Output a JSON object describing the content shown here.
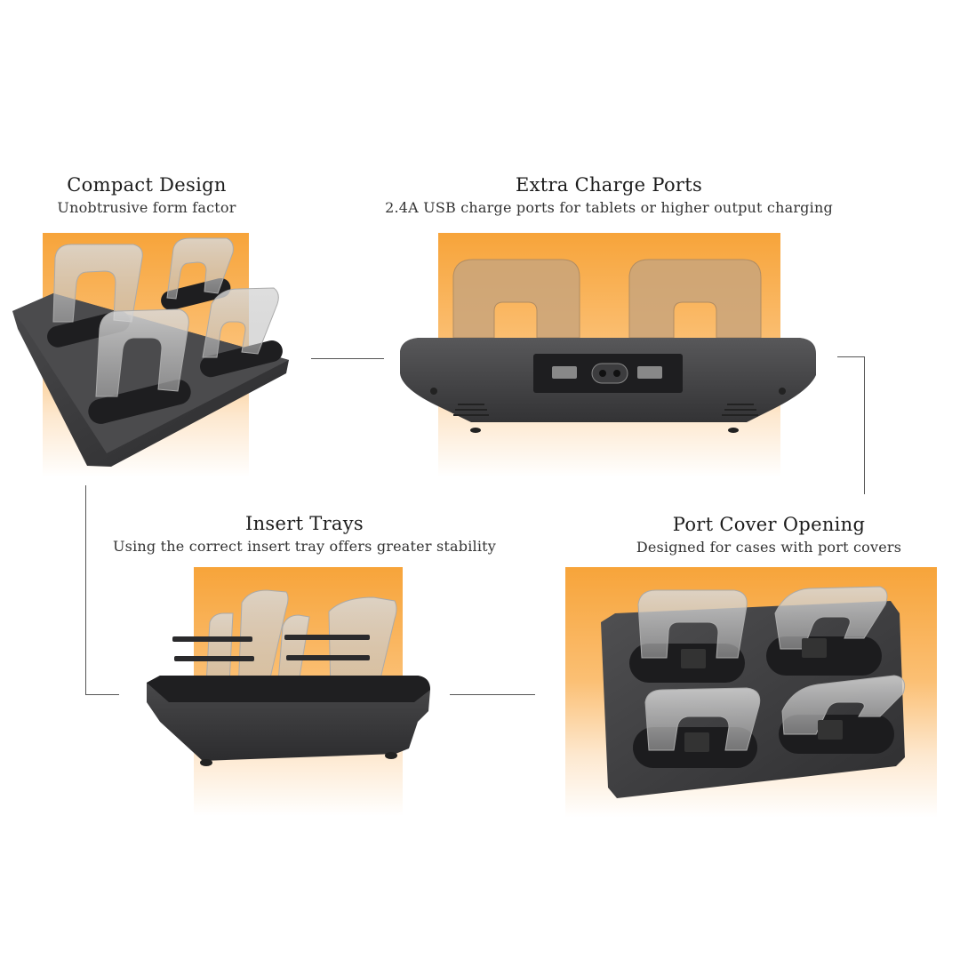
{
  "features": [
    {
      "id": "compact",
      "title": "Compact Design",
      "subtitle": "Unobtrusive form factor"
    },
    {
      "id": "ports",
      "title": "Extra Charge Ports",
      "subtitle": "2.4A USB charge ports for tablets or higher output charging"
    },
    {
      "id": "trays",
      "title": "Insert Trays",
      "subtitle": "Using the correct insert tray offers greater stability"
    },
    {
      "id": "cover",
      "title": "Port Cover Opening",
      "subtitle": "Designed for cases with port covers"
    }
  ],
  "colors": {
    "accent": "#f7a43a",
    "device": "#3a3a3c",
    "connector": "#555555"
  }
}
